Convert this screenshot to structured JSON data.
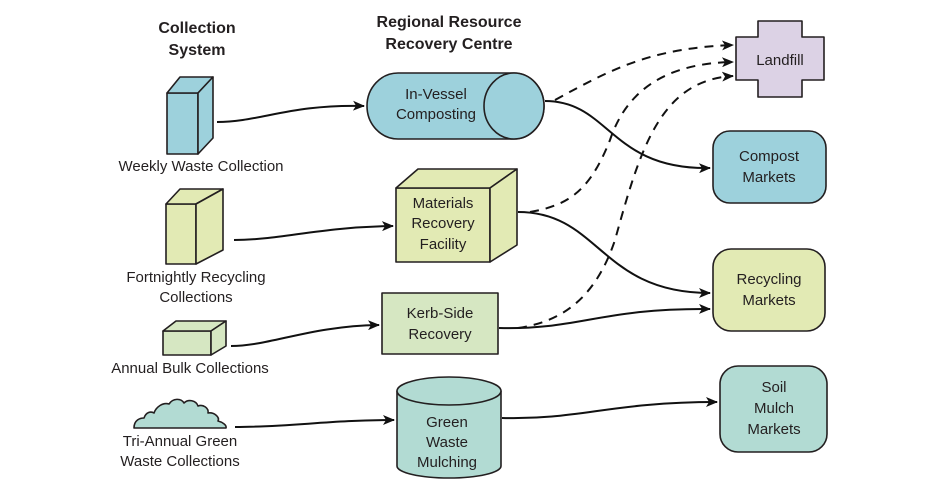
{
  "headers": {
    "collection": [
      "Collection",
      "System"
    ],
    "centre": [
      "Regional Resource",
      "Recovery Centre"
    ]
  },
  "colors": {
    "blue": "#9dd1dc",
    "yellow_green": "#e2eab4",
    "pale_green": "#d6e7c2",
    "teal": "#b2dbd3",
    "lavender": "#dcd2e5",
    "stroke": "#231f20"
  },
  "sources": [
    {
      "id": "weekly",
      "icon": "bin-tall-icon",
      "label": [
        "Weekly Waste Collection"
      ]
    },
    {
      "id": "fortnightly",
      "icon": "bin-tall-icon",
      "label": [
        "Fortnightly Recycling",
        "Collections"
      ]
    },
    {
      "id": "annual",
      "icon": "box-flat-icon",
      "label": [
        "Annual Bulk Collections"
      ]
    },
    {
      "id": "triannual",
      "icon": "green-waste-pile-icon",
      "label": [
        "Tri-Annual Green",
        "Waste Collections"
      ]
    }
  ],
  "facilities": [
    {
      "id": "invessel",
      "shape": "horizontal-cylinder",
      "label": [
        "In-Vessel",
        "Composting"
      ]
    },
    {
      "id": "mrf",
      "shape": "cube",
      "label": [
        "Materials",
        "Recovery",
        "Facility"
      ]
    },
    {
      "id": "kerbside",
      "shape": "rectangle",
      "label": [
        "Kerb-Side",
        "Recovery"
      ]
    },
    {
      "id": "greenwaste",
      "shape": "vertical-cylinder",
      "label": [
        "Green",
        "Waste",
        "Mulching"
      ]
    }
  ],
  "destinations": [
    {
      "id": "landfill",
      "shape": "cross",
      "label": [
        "Landfill"
      ]
    },
    {
      "id": "compost",
      "shape": "rounded-rect",
      "label": [
        "Compost",
        "Markets"
      ]
    },
    {
      "id": "recycling",
      "shape": "rounded-rect",
      "label": [
        "Recycling",
        "Markets"
      ]
    },
    {
      "id": "soil",
      "shape": "rounded-rect",
      "label": [
        "Soil",
        "Mulch",
        "Markets"
      ]
    }
  ],
  "flows": [
    {
      "from": "weekly",
      "to": "invessel",
      "style": "solid"
    },
    {
      "from": "fortnightly",
      "to": "mrf",
      "style": "solid"
    },
    {
      "from": "annual",
      "to": "kerbside",
      "style": "solid"
    },
    {
      "from": "triannual",
      "to": "greenwaste",
      "style": "solid"
    },
    {
      "from": "invessel",
      "to": "compost",
      "style": "solid"
    },
    {
      "from": "invessel",
      "to": "landfill",
      "style": "dashed"
    },
    {
      "from": "mrf",
      "to": "recycling",
      "style": "solid"
    },
    {
      "from": "mrf",
      "to": "landfill",
      "style": "dashed"
    },
    {
      "from": "kerbside",
      "to": "recycling",
      "style": "solid"
    },
    {
      "from": "kerbside",
      "to": "landfill",
      "style": "dashed"
    },
    {
      "from": "greenwaste",
      "to": "soil",
      "style": "solid"
    }
  ]
}
